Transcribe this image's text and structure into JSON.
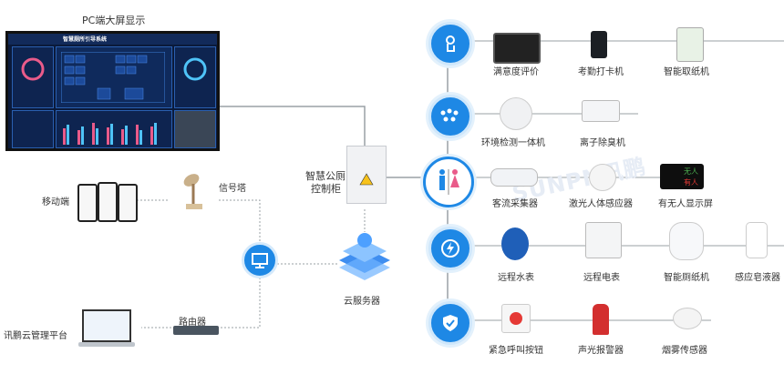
{
  "pc_label": "PC端大屏显示",
  "screen_title": "智慧厕所引导系统",
  "mobile_label": "移动端",
  "tower_label": "信号塔",
  "platform_label": "讯鹏云管理平台",
  "router_label": "路由器",
  "cabinet_label_line1": "智慧公厕",
  "cabinet_label_line2": "控制柜",
  "cloud_label": "云服务器",
  "watermark": "SUNPN讯鹏",
  "categories": [
    {
      "icon": "touch-icon",
      "devices": [
        "满意度评价",
        "考勤打卡机",
        "智能取纸机"
      ]
    },
    {
      "icon": "dots-icon",
      "devices": [
        "环境检测一体机",
        "离子除臭机"
      ]
    },
    {
      "icon": "toilet-people-icon",
      "devices": [
        "客流采集器",
        "激光人体感应器",
        "有无人显示屏"
      ]
    },
    {
      "icon": "bolt-icon",
      "devices": [
        "远程水表",
        "远程电表",
        "智能厕纸机",
        "感应皂液器"
      ]
    },
    {
      "icon": "shield-check-icon",
      "devices": [
        "紧急呼叫按钮",
        "声光报警器",
        "烟雾传感器"
      ]
    }
  ],
  "display_screen_text": [
    "无人",
    "有人"
  ],
  "colors": {
    "accent": "#1e88e5",
    "line": "#9aa0a6",
    "screen_bg": "#0b1a3a"
  }
}
